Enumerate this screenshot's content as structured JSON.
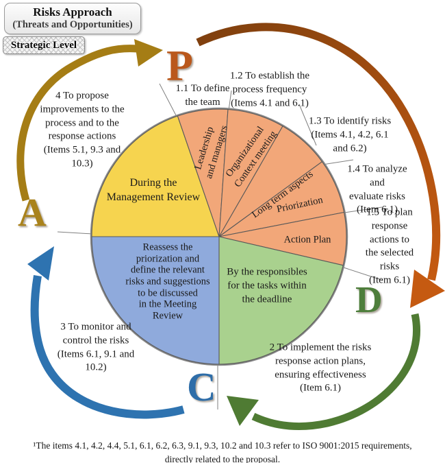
{
  "header": {
    "title": "Risks Approach",
    "subtitle": "(Threats and Opportunities)",
    "level": "Strategic Level"
  },
  "cycle": {
    "plan_letter": "P",
    "do_letter": "D",
    "check_letter": "C",
    "act_letter": "A",
    "letter_colors": {
      "plan": "#BA581C",
      "do": "#4E7E3C",
      "check": "#2E6DA8",
      "act": "#A9821C"
    }
  },
  "pie": {
    "colors": {
      "orange": "#F2A779",
      "yellow": "#F6D44F",
      "green": "#A9D18E",
      "blue": "#8FAADC"
    },
    "orange_slices": [
      "Leadership\nand managers",
      "Organizational\nContext meeting",
      "Long term aspects",
      "Priorization",
      "Action Plan"
    ],
    "yellow_text": "During the\nManagement Review",
    "blue_text": "Reassess the\npriorization and\ndefine the relevant\nrisks and suggestions\nto be discussed\nin the Meeting\nReview",
    "green_text": "By the responsibles\nfor the tasks within\nthe deadline"
  },
  "annotations": {
    "plan_steps": [
      "1.1 To define\nthe team",
      "1.2 To establish the\nprocess frequency\n(Items 4.1 and 6.1)",
      "1.3 To identify risks\n(Items 4.1, 4.2, 6.1\nand 6.2)",
      "1.4 To analyze and\nevaluate risks\n(Item 6.1)",
      "1.5 To plan\nresponse actions to\nthe selected risks\n(Item 6.1)"
    ],
    "do_step": "2 To implement the risks\nresponse action plans,\nensuring effectiveness\n(Item 6.1)",
    "check_step": "3 To monitor and\ncontrol the risks\n(Items 6.1, 9.1 and\n10.2)",
    "act_step": "4 To propose\nimprovements to the\nprocess and to the\nresponse actions\n(Items 5.1, 9.3 and\n10.3)"
  },
  "arrows": {
    "act_to_plan": "#A57D15",
    "plan_to_do_start": "#7E3F0E",
    "plan_to_do_end": "#C55A11",
    "do_to_check": "#4F7B33",
    "check_to_act": "#2E73B0"
  },
  "footnote": "¹The items 4.1, 4.2, 4.4, 5.1, 6.1, 6.2, 6.3, 9.1, 9.3, 10.2 and 10.3 refer to ISO 9001:2015 requirements,\ndirectly related to the proposal."
}
